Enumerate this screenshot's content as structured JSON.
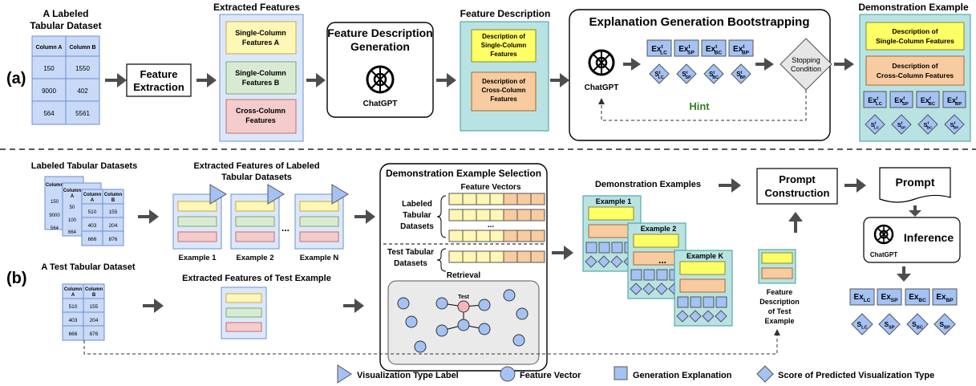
{
  "panel_a": {
    "label": "(a)",
    "dataset_title": [
      "A Labeled",
      "Tabular Dataset"
    ],
    "table": {
      "headers": [
        "Column A",
        "Column B"
      ],
      "rows": [
        [
          "150",
          "1550"
        ],
        [
          "9000",
          "402"
        ],
        [
          "564",
          "5561"
        ]
      ]
    },
    "feature_extraction": [
      "Feature",
      "Extraction"
    ],
    "extracted_features_title": "Extracted Features",
    "features": {
      "single_a": [
        "Single-Column",
        "Features A"
      ],
      "single_b": [
        "Single-Column",
        "Features B"
      ],
      "cross": [
        "Cross-Column",
        "Features"
      ]
    },
    "fdg": [
      "Feature Description",
      "Generation"
    ],
    "chatgpt": "ChatGPT",
    "feature_description_title": "Feature Description",
    "desc_single": [
      "Description of",
      "Single-Column",
      "Features"
    ],
    "desc_cross": [
      "Description of",
      "Cross-Column",
      "Features"
    ],
    "bootstrap_title": "Explanation Generation Bootstrapping",
    "ex_labels": [
      {
        "main": "Ex",
        "sup": "t",
        "sub": "LC"
      },
      {
        "main": "Ex",
        "sup": "t",
        "sub": "SP"
      },
      {
        "main": "Ex",
        "sup": "t",
        "sub": "BC"
      },
      {
        "main": "Ex",
        "sup": "t",
        "sub": "BP"
      }
    ],
    "s_labels": [
      {
        "main": "S",
        "sup": "t",
        "sub": "LC"
      },
      {
        "main": "S",
        "sup": "t",
        "sub": "SP"
      },
      {
        "main": "S",
        "sup": "t",
        "sub": "BC"
      },
      {
        "main": "S",
        "sup": "t",
        "sub": "BP"
      }
    ],
    "stopping": [
      "Stopping",
      "Condition"
    ],
    "hint": "Hint",
    "demo_title": "Demonstration Example",
    "demo_single": [
      "Description of",
      "Single-Column Features"
    ],
    "demo_cross": [
      "Description of",
      "Cross-Column Features"
    ],
    "demo_ex": [
      {
        "main": "Ex",
        "sup": "f",
        "sub": "LC"
      },
      {
        "main": "Ex",
        "sup": "f",
        "sub": "SP"
      },
      {
        "main": "Ex",
        "sup": "f",
        "sub": "BC"
      },
      {
        "main": "Ex",
        "sup": "f",
        "sub": "BP"
      }
    ],
    "demo_s": [
      {
        "main": "S",
        "sup": "f",
        "sub": "LC"
      },
      {
        "main": "S",
        "sup": "f",
        "sub": "SP"
      },
      {
        "main": "S",
        "sup": "f",
        "sub": "BC"
      },
      {
        "main": "S",
        "sup": "f",
        "sub": "BP"
      }
    ]
  },
  "panel_b": {
    "label": "(b)",
    "labeled_title": "Labeled Tabular Datasets",
    "mini_headers": [
      "Column",
      "A",
      "Column",
      "B"
    ],
    "mini_partial": [
      "Column",
      "A",
      "150",
      "9000",
      "564",
      "50",
      "100",
      "664"
    ],
    "mini_rows": [
      [
        "510",
        "155"
      ],
      [
        "403",
        "204"
      ],
      [
        "666",
        "876"
      ]
    ],
    "extracted_labeled_title": [
      "Extracted Features of Labeled",
      "Tabular Datasets"
    ],
    "examples": [
      "Example 1",
      "Example 2",
      "Example N"
    ],
    "ellipsis": "...",
    "selection_title": "Demonstration Example Selection",
    "feature_vectors": "Feature Vectors",
    "labeled_tabular": [
      "Labeled",
      "Tabular",
      "Datasets"
    ],
    "test_tabular": [
      "Test Tabular",
      "Datasets"
    ],
    "retrieval": "Retrieval",
    "test_node": "Test",
    "demo_examples_title": "Demonstration Examples",
    "demo_cards": [
      "Example 1",
      "Example 2",
      "Example K"
    ],
    "dots": "...",
    "prompt_construction": [
      "Prompt",
      "Construction"
    ],
    "prompt": "Prompt",
    "inference": "Inference",
    "chatgpt": "ChatGPT",
    "feature_desc_test": [
      "Feature",
      "Description",
      "of Test",
      "Example"
    ],
    "test_title": "A Test Tabular Dataset",
    "test_extracted_title": "Extracted Features of Test Example",
    "out_ex": [
      {
        "main": "Ex",
        "sub": "LC"
      },
      {
        "main": "Ex",
        "sub": "SP"
      },
      {
        "main": "Ex",
        "sub": "BC"
      },
      {
        "main": "Ex",
        "sub": "BP"
      }
    ],
    "out_s": [
      {
        "main": "S",
        "sub": "LC"
      },
      {
        "main": "S",
        "sub": "SP"
      },
      {
        "main": "S",
        "sub": "BC"
      },
      {
        "main": "S",
        "sub": "BP"
      }
    ]
  },
  "legend": {
    "triangle": "Visualization Type Label",
    "circle": "Feature Vector",
    "square": "Generation Explanation",
    "diamond": "Score of Predicted Visualization Type"
  },
  "colors": {
    "table_blue": "#c9daf8",
    "table_border": "#6d8fcf",
    "yellow": "#fff7b5",
    "green": "#d9ead3",
    "red": "#f4cccc",
    "orange": "#f8cba0",
    "teal": "#b9e3e3",
    "light_blue": "#dbe8fb",
    "bright_yellow": "#ffff66",
    "hint_green": "#3a7d1f",
    "arrow": "#4d4d4d"
  }
}
